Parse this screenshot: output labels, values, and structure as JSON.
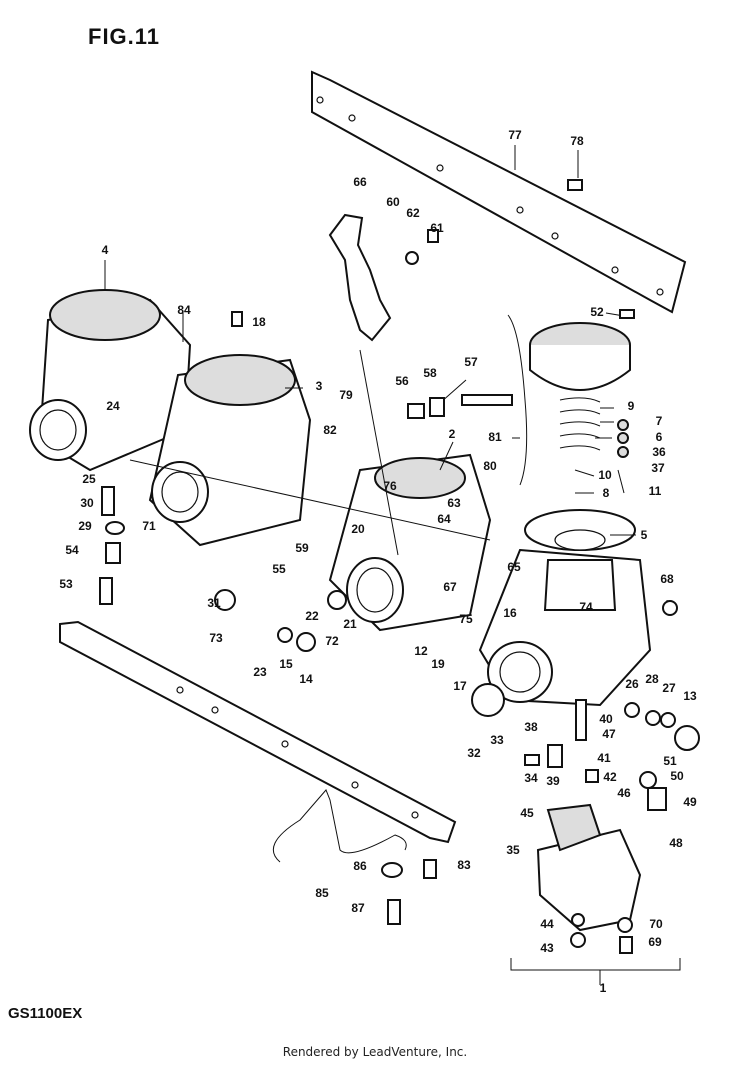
{
  "header": {
    "figure": "FIG.11"
  },
  "model": "GS1100EX",
  "footer": "Rendered by LeadVenture, Inc.",
  "callouts": [
    "1",
    "2",
    "3",
    "4",
    "5",
    "6",
    "7",
    "8",
    "9",
    "10",
    "11",
    "12",
    "13",
    "14",
    "15",
    "16",
    "17",
    "18",
    "19",
    "20",
    "21",
    "22",
    "23",
    "24",
    "25",
    "26",
    "27",
    "28",
    "29",
    "30",
    "31",
    "32",
    "33",
    "34",
    "35",
    "36",
    "37",
    "38",
    "39",
    "40",
    "41",
    "42",
    "43",
    "44",
    "45",
    "46",
    "47",
    "48",
    "49",
    "50",
    "51",
    "52",
    "53",
    "54",
    "55",
    "56",
    "57",
    "58",
    "59",
    "60",
    "61",
    "62",
    "63",
    "64",
    "65",
    "66",
    "67",
    "68",
    "69",
    "70",
    "71",
    "72",
    "73",
    "74",
    "75",
    "76",
    "77",
    "78",
    "79",
    "80",
    "81",
    "82",
    "83",
    "84",
    "85",
    "86",
    "87"
  ]
}
